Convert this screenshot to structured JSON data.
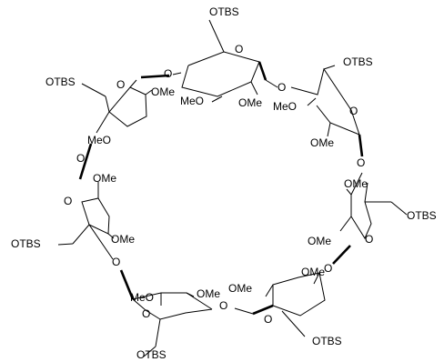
{
  "molecule": {
    "labels": {
      "otbs": "OTBS",
      "ome": "OMe",
      "meo": "MeO",
      "ring_o": "O"
    }
  }
}
